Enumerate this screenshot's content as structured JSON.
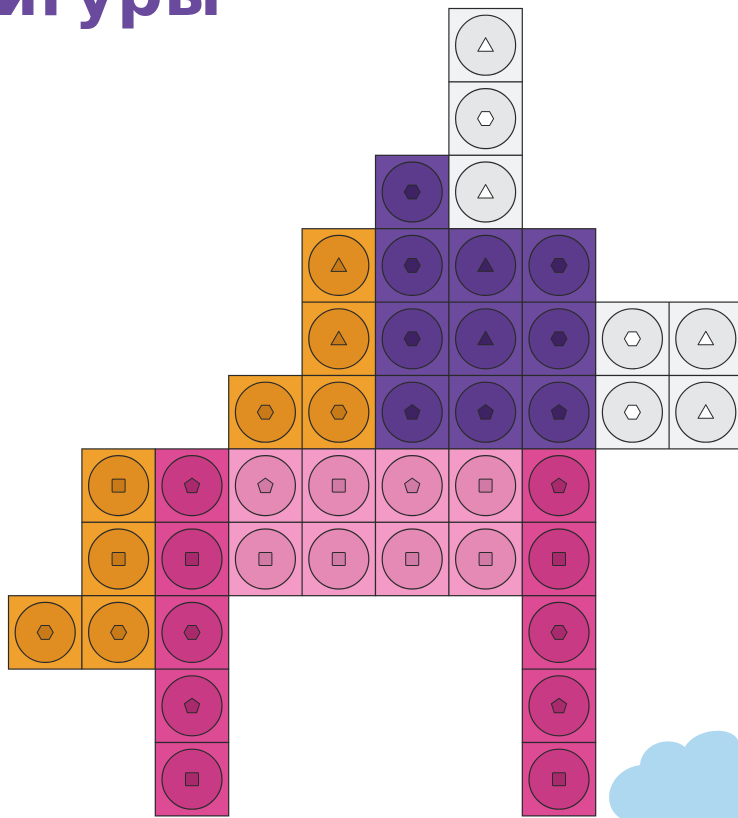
{
  "title": "игуры",
  "palette": {
    "white": {
      "fill": "#f1f2f4",
      "circle": "#e5e6e8",
      "icon": "#ffffff"
    },
    "purple": {
      "fill": "#6c4b9e",
      "circle": "#5c3b8c",
      "icon": "#3e2264"
    },
    "orange": {
      "fill": "#f0a02c",
      "circle": "#e08e22",
      "icon": "#c87a18"
    },
    "pink": {
      "fill": "#f39bc6",
      "circle": "#e48ab5",
      "icon": "#d07aa5"
    },
    "magenta": {
      "fill": "#dd4b95",
      "circle": "#c83a84",
      "icon": "#a82a6c"
    },
    "cloud": "#aed8ef"
  },
  "tiles": [
    {
      "col": 6,
      "row": 0,
      "color": "white",
      "shape": "triangle"
    },
    {
      "col": 6,
      "row": 1,
      "color": "white",
      "shape": "hexagon"
    },
    {
      "col": 5,
      "row": 2,
      "color": "purple",
      "shape": "hexagon"
    },
    {
      "col": 6,
      "row": 2,
      "color": "white",
      "shape": "triangle"
    },
    {
      "col": 4,
      "row": 3,
      "color": "orange",
      "shape": "triangle"
    },
    {
      "col": 5,
      "row": 3,
      "color": "purple",
      "shape": "hexagon"
    },
    {
      "col": 6,
      "row": 3,
      "color": "purple",
      "shape": "triangle"
    },
    {
      "col": 7,
      "row": 3,
      "color": "purple",
      "shape": "hexagon"
    },
    {
      "col": 4,
      "row": 4,
      "color": "orange",
      "shape": "triangle"
    },
    {
      "col": 5,
      "row": 4,
      "color": "purple",
      "shape": "hexagon"
    },
    {
      "col": 6,
      "row": 4,
      "color": "purple",
      "shape": "triangle"
    },
    {
      "col": 7,
      "row": 4,
      "color": "purple",
      "shape": "hexagon"
    },
    {
      "col": 8,
      "row": 4,
      "color": "white",
      "shape": "hexagon"
    },
    {
      "col": 9,
      "row": 4,
      "color": "white",
      "shape": "triangle"
    },
    {
      "col": 3,
      "row": 5,
      "color": "orange",
      "shape": "hexagon"
    },
    {
      "col": 4,
      "row": 5,
      "color": "orange",
      "shape": "hexagon"
    },
    {
      "col": 5,
      "row": 5,
      "color": "purple",
      "shape": "pentagon"
    },
    {
      "col": 6,
      "row": 5,
      "color": "purple",
      "shape": "pentagon"
    },
    {
      "col": 7,
      "row": 5,
      "color": "purple",
      "shape": "pentagon"
    },
    {
      "col": 8,
      "row": 5,
      "color": "white",
      "shape": "hexagon"
    },
    {
      "col": 9,
      "row": 5,
      "color": "white",
      "shape": "triangle"
    },
    {
      "col": 1,
      "row": 6,
      "color": "orange",
      "shape": "square"
    },
    {
      "col": 2,
      "row": 6,
      "color": "magenta",
      "shape": "pentagon"
    },
    {
      "col": 3,
      "row": 6,
      "color": "pink",
      "shape": "pentagon"
    },
    {
      "col": 4,
      "row": 6,
      "color": "pink",
      "shape": "square"
    },
    {
      "col": 5,
      "row": 6,
      "color": "pink",
      "shape": "pentagon"
    },
    {
      "col": 6,
      "row": 6,
      "color": "pink",
      "shape": "square"
    },
    {
      "col": 7,
      "row": 6,
      "color": "magenta",
      "shape": "pentagon"
    },
    {
      "col": 1,
      "row": 7,
      "color": "orange",
      "shape": "square"
    },
    {
      "col": 2,
      "row": 7,
      "color": "magenta",
      "shape": "square"
    },
    {
      "col": 3,
      "row": 7,
      "color": "pink",
      "shape": "square"
    },
    {
      "col": 4,
      "row": 7,
      "color": "pink",
      "shape": "square"
    },
    {
      "col": 5,
      "row": 7,
      "color": "pink",
      "shape": "square"
    },
    {
      "col": 6,
      "row": 7,
      "color": "pink",
      "shape": "square"
    },
    {
      "col": 7,
      "row": 7,
      "color": "magenta",
      "shape": "square"
    },
    {
      "col": 0,
      "row": 8,
      "color": "orange",
      "shape": "hexagon"
    },
    {
      "col": 1,
      "row": 8,
      "color": "orange",
      "shape": "hexagon"
    },
    {
      "col": 2,
      "row": 8,
      "color": "magenta",
      "shape": "hexagon"
    },
    {
      "col": 7,
      "row": 8,
      "color": "magenta",
      "shape": "hexagon"
    },
    {
      "col": 2,
      "row": 9,
      "color": "magenta",
      "shape": "pentagon"
    },
    {
      "col": 7,
      "row": 9,
      "color": "magenta",
      "shape": "pentagon"
    },
    {
      "col": 2,
      "row": 10,
      "color": "magenta",
      "shape": "square"
    },
    {
      "col": 7,
      "row": 10,
      "color": "magenta",
      "shape": "square"
    }
  ]
}
